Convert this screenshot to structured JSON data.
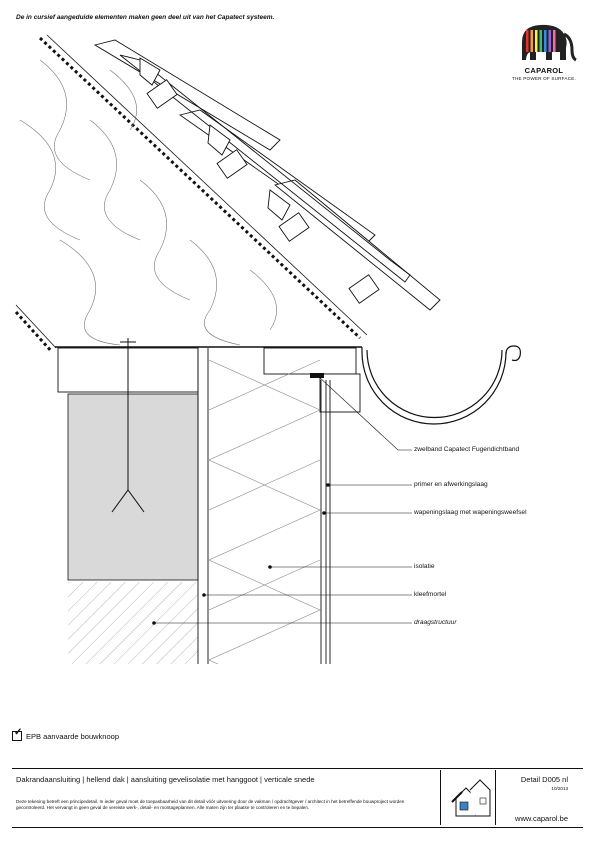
{
  "header": {
    "note": "De in cursief aangeduide elementen maken geen deel uit van het Capatect systeem."
  },
  "brand": {
    "name": "CAPAROL",
    "tagline": "THE POWER OF SURFACE.",
    "logo_colors": [
      "#e3342f",
      "#f6993f",
      "#ffed4a",
      "#38c172",
      "#3490dc",
      "#9561e2",
      "#f66d9b",
      "#222222"
    ]
  },
  "labels": {
    "zwelband": "zwelband Capatect Fugendichtband",
    "primer": "primer en afwerkingslaag",
    "wapening": "wapeningslaag met wapeningsweefsel",
    "isolatie": "isolatie",
    "kleefmortel": "kleefmortel",
    "draagstructuur": "draagstructuur"
  },
  "epb": {
    "label": "EPB aanvaarde bouwknoop"
  },
  "footer": {
    "title": "Dakrandaansluiting | hellend dak | aansluiting gevelisolatie met hanggoot | verticale snede",
    "disclaimer": "Deze tekening betreft een principedetail. In ieder geval moet de toepasbaarheid van dit detail vóór uitvoering door de vakman / opdrachtgever / architect in het betreffende bouwproject worden gecontroleerd. Het vervangt in geen geval de vereiste werk-, detail- en montageplannen. Alle maten zijn ter plaatse te controleren en te bepalen.",
    "code": "Detail D005 nl",
    "date": "10/2013",
    "url": "www.caparol.be"
  }
}
